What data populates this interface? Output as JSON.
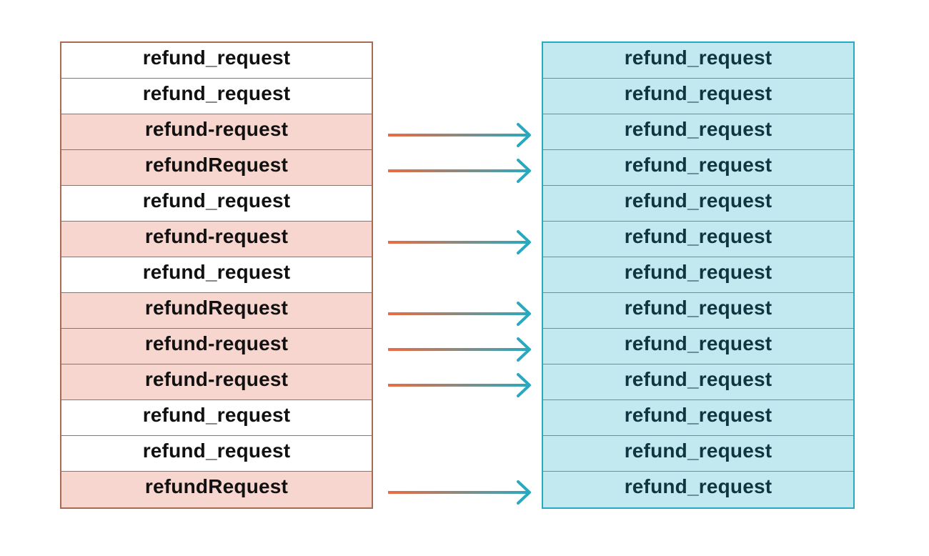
{
  "colors": {
    "left_border": "#a86a53",
    "left_highlight": "#f7d6cf",
    "left_plain": "#ffffff",
    "left_text": "#111111",
    "right_border": "#29a9bf",
    "right_fill": "#c3e9f0",
    "right_text": "#0d3640",
    "arrow_start": "#ec6a3f",
    "arrow_end": "#29a9bf"
  },
  "left_column": [
    {
      "label": "refund_request",
      "highlighted": false
    },
    {
      "label": "refund_request",
      "highlighted": false
    },
    {
      "label": "refund-request",
      "highlighted": true
    },
    {
      "label": "refundRequest",
      "highlighted": true
    },
    {
      "label": "refund_request",
      "highlighted": false
    },
    {
      "label": "refund-request",
      "highlighted": true
    },
    {
      "label": "refund_request",
      "highlighted": false
    },
    {
      "label": "refundRequest",
      "highlighted": true
    },
    {
      "label": "refund-request",
      "highlighted": true
    },
    {
      "label": "refund-request",
      "highlighted": true
    },
    {
      "label": "refund_request",
      "highlighted": false
    },
    {
      "label": "refund_request",
      "highlighted": false
    },
    {
      "label": "refundRequest",
      "highlighted": true
    }
  ],
  "right_column": [
    {
      "label": "refund_request"
    },
    {
      "label": "refund_request"
    },
    {
      "label": "refund_request"
    },
    {
      "label": "refund_request"
    },
    {
      "label": "refund_request"
    },
    {
      "label": "refund_request"
    },
    {
      "label": "refund_request"
    },
    {
      "label": "refund_request"
    },
    {
      "label": "refund_request"
    },
    {
      "label": "refund_request"
    },
    {
      "label": "refund_request"
    },
    {
      "label": "refund_request"
    },
    {
      "label": "refund_request"
    }
  ]
}
